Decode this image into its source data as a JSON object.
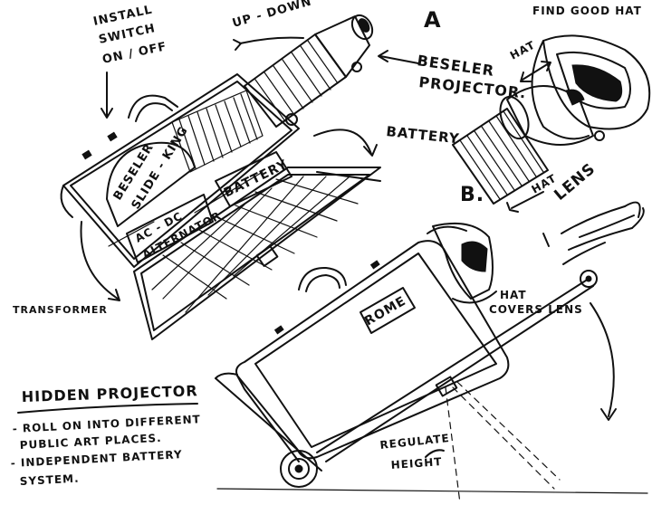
{
  "labels": {
    "install_switch_line1": "INSTALL",
    "install_switch_line2": "SWITCH",
    "install_switch_line3": "ON / OFF",
    "up_down": "UP - DOWN",
    "letter_a": "A",
    "beseler_projector_line1": "BESELER",
    "beseler_projector_line2": "PROJECTOR.",
    "find_good_hat": "FIND GOOD HAT",
    "hat": "HAT",
    "battery_arrow": "BATTERY",
    "beseler_slide_king_line1": "BESELER",
    "beseler_slide_king_line2": "SLIDE - KING",
    "battery_box": "BATTERY",
    "ac_dc_line1": "AC - DC",
    "ac_dc_line2": "ALTERNATOR",
    "letter_b": "B.",
    "hat_lens_line1": "HAT",
    "hat_lens_line2": "LENS",
    "transformer": "TRANSFORMER",
    "rome": "ROME",
    "hat_covers_lens_line1": "HAT",
    "hat_covers_lens_line2": "COVERS LENS",
    "regulate_line1": "REGULATE",
    "regulate_line2": "HEIGHT"
  },
  "notes": {
    "title": "HIDDEN PROJECTOR",
    "items": [
      "- ROLL ON INTO DIFFERENT",
      "PUBLIC ART PLACES.",
      "- INDEPENDENT BATTERY",
      "SYSTEM."
    ]
  }
}
